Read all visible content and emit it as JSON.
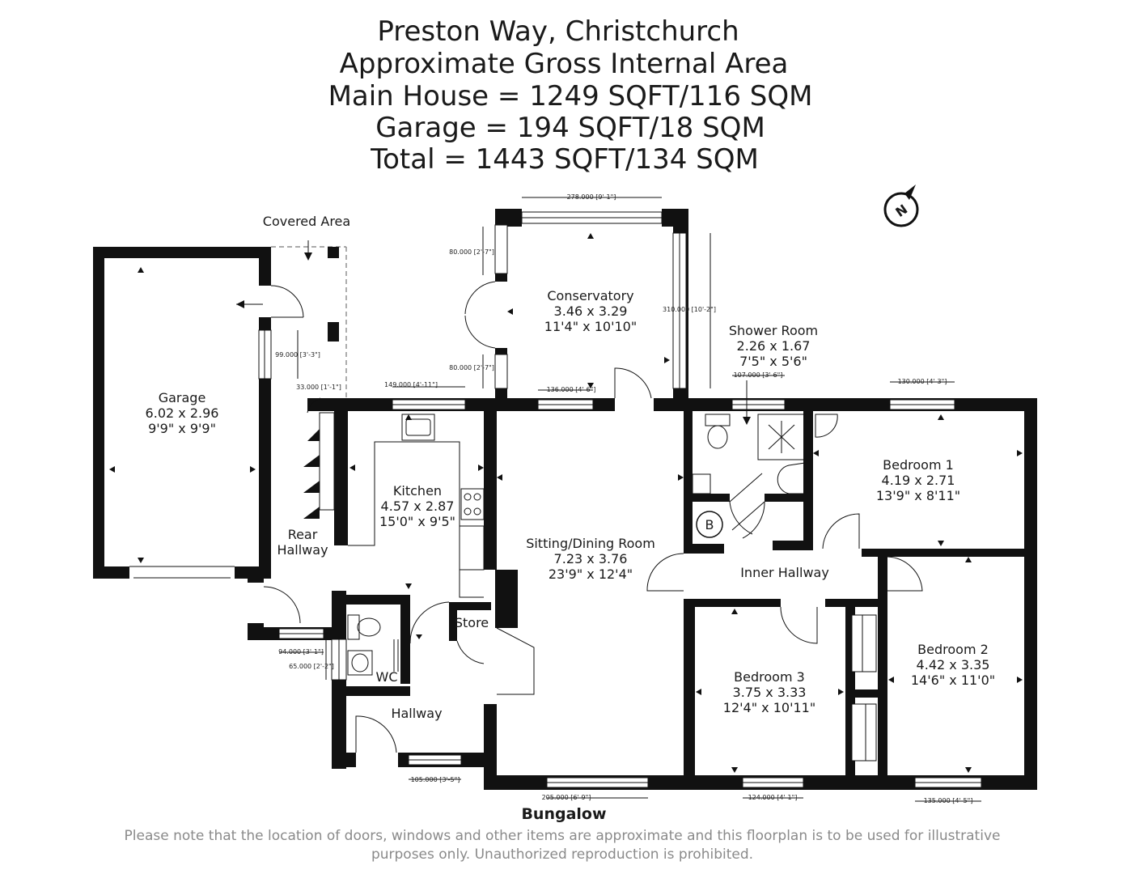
{
  "header": {
    "lines": [
      "Preston Way, Christchurch",
      "Approximate Gross Internal Area",
      "Main House = 1249 SQFT/116 SQM",
      "Garage = 194 SQFT/18 SQM",
      "Total = 1443 SQFT/134 SQM"
    ]
  },
  "rooms": {
    "covered_area": "Covered Area",
    "garage": [
      "Garage",
      "6.02 x 2.96",
      "9'9\" x 9'9\""
    ],
    "conservatory": [
      "Conservatory",
      "3.46 x 3.29",
      "11'4\" x 10'10\""
    ],
    "shower_room": [
      "Shower Room",
      "2.26 x 1.67",
      "7'5\" x 5'6\""
    ],
    "kitchen": [
      "Kitchen",
      "4.57 x 2.87",
      "15'0\" x 9'5\""
    ],
    "bedroom1": [
      "Bedroom 1",
      "4.19 x 2.71",
      "13'9\" x 8'11\""
    ],
    "sitting": [
      "Sitting/Dining Room",
      "7.23 x 3.76",
      "23'9\" x 12'4\""
    ],
    "rear_hallway": [
      "Rear",
      "Hallway"
    ],
    "inner_hallway": "Inner Hallway",
    "store": "Store",
    "boiler": "B",
    "bedroom2": [
      "Bedroom 2",
      "4.42 x 3.35",
      "14'6\" x 11'0\""
    ],
    "bedroom3": [
      "Bedroom 3",
      "3.75 x 3.33",
      "12'4\" x 10'11\""
    ],
    "wc": "WC",
    "hallway": "Hallway"
  },
  "dimensions": {
    "d278": "278.000 [9'-1\"]",
    "d80a": "80.000 [2'-7\"]",
    "d310": "310.000 [10'-2\"]",
    "d99": "99.000 [3'-3\"]",
    "d80b": "80.000 [2'-7\"]",
    "d107": "107.000 [3'-6\"]",
    "d33": "33.000 [1'-1\"]",
    "d149": "149.000 [4'-11\"]",
    "d136": "136.000 [4'-6\"]",
    "d130": "130.000 [4'-3\"]",
    "d94": "94.000 [3'-1\"]",
    "d65": "65.000 [2'-2\"]",
    "d105": "105.000 [3'-5\"]",
    "d205": "205.000 [6'-9\"]",
    "d124": "124.000 [4'-1\"]",
    "d135": "135.000 [4'-5\"]"
  },
  "compass": "N",
  "floor_label": "Bungalow",
  "disclaimer": [
    "Please note that the location of doors, windows and other items are approximate and this floorplan is to be used for illustrative",
    "purposes only. Unauthorized reproduction is prohibited."
  ]
}
